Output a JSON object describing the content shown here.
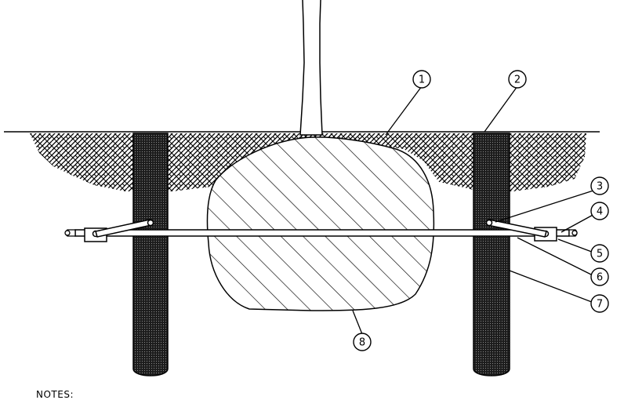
{
  "callouts": [
    {
      "id": "1",
      "label": "1"
    },
    {
      "id": "2",
      "label": "2"
    },
    {
      "id": "3",
      "label": "3"
    },
    {
      "id": "4",
      "label": "4"
    },
    {
      "id": "5",
      "label": "5"
    },
    {
      "id": "6",
      "label": "6"
    },
    {
      "id": "7",
      "label": "7"
    },
    {
      "id": "8",
      "label": "8"
    }
  ],
  "notes_label": "NOTES:",
  "colors": {
    "line": "#000000",
    "background": "#ffffff",
    "soil_hatch": "#000000",
    "pile_dots": "#2a2a2a"
  }
}
